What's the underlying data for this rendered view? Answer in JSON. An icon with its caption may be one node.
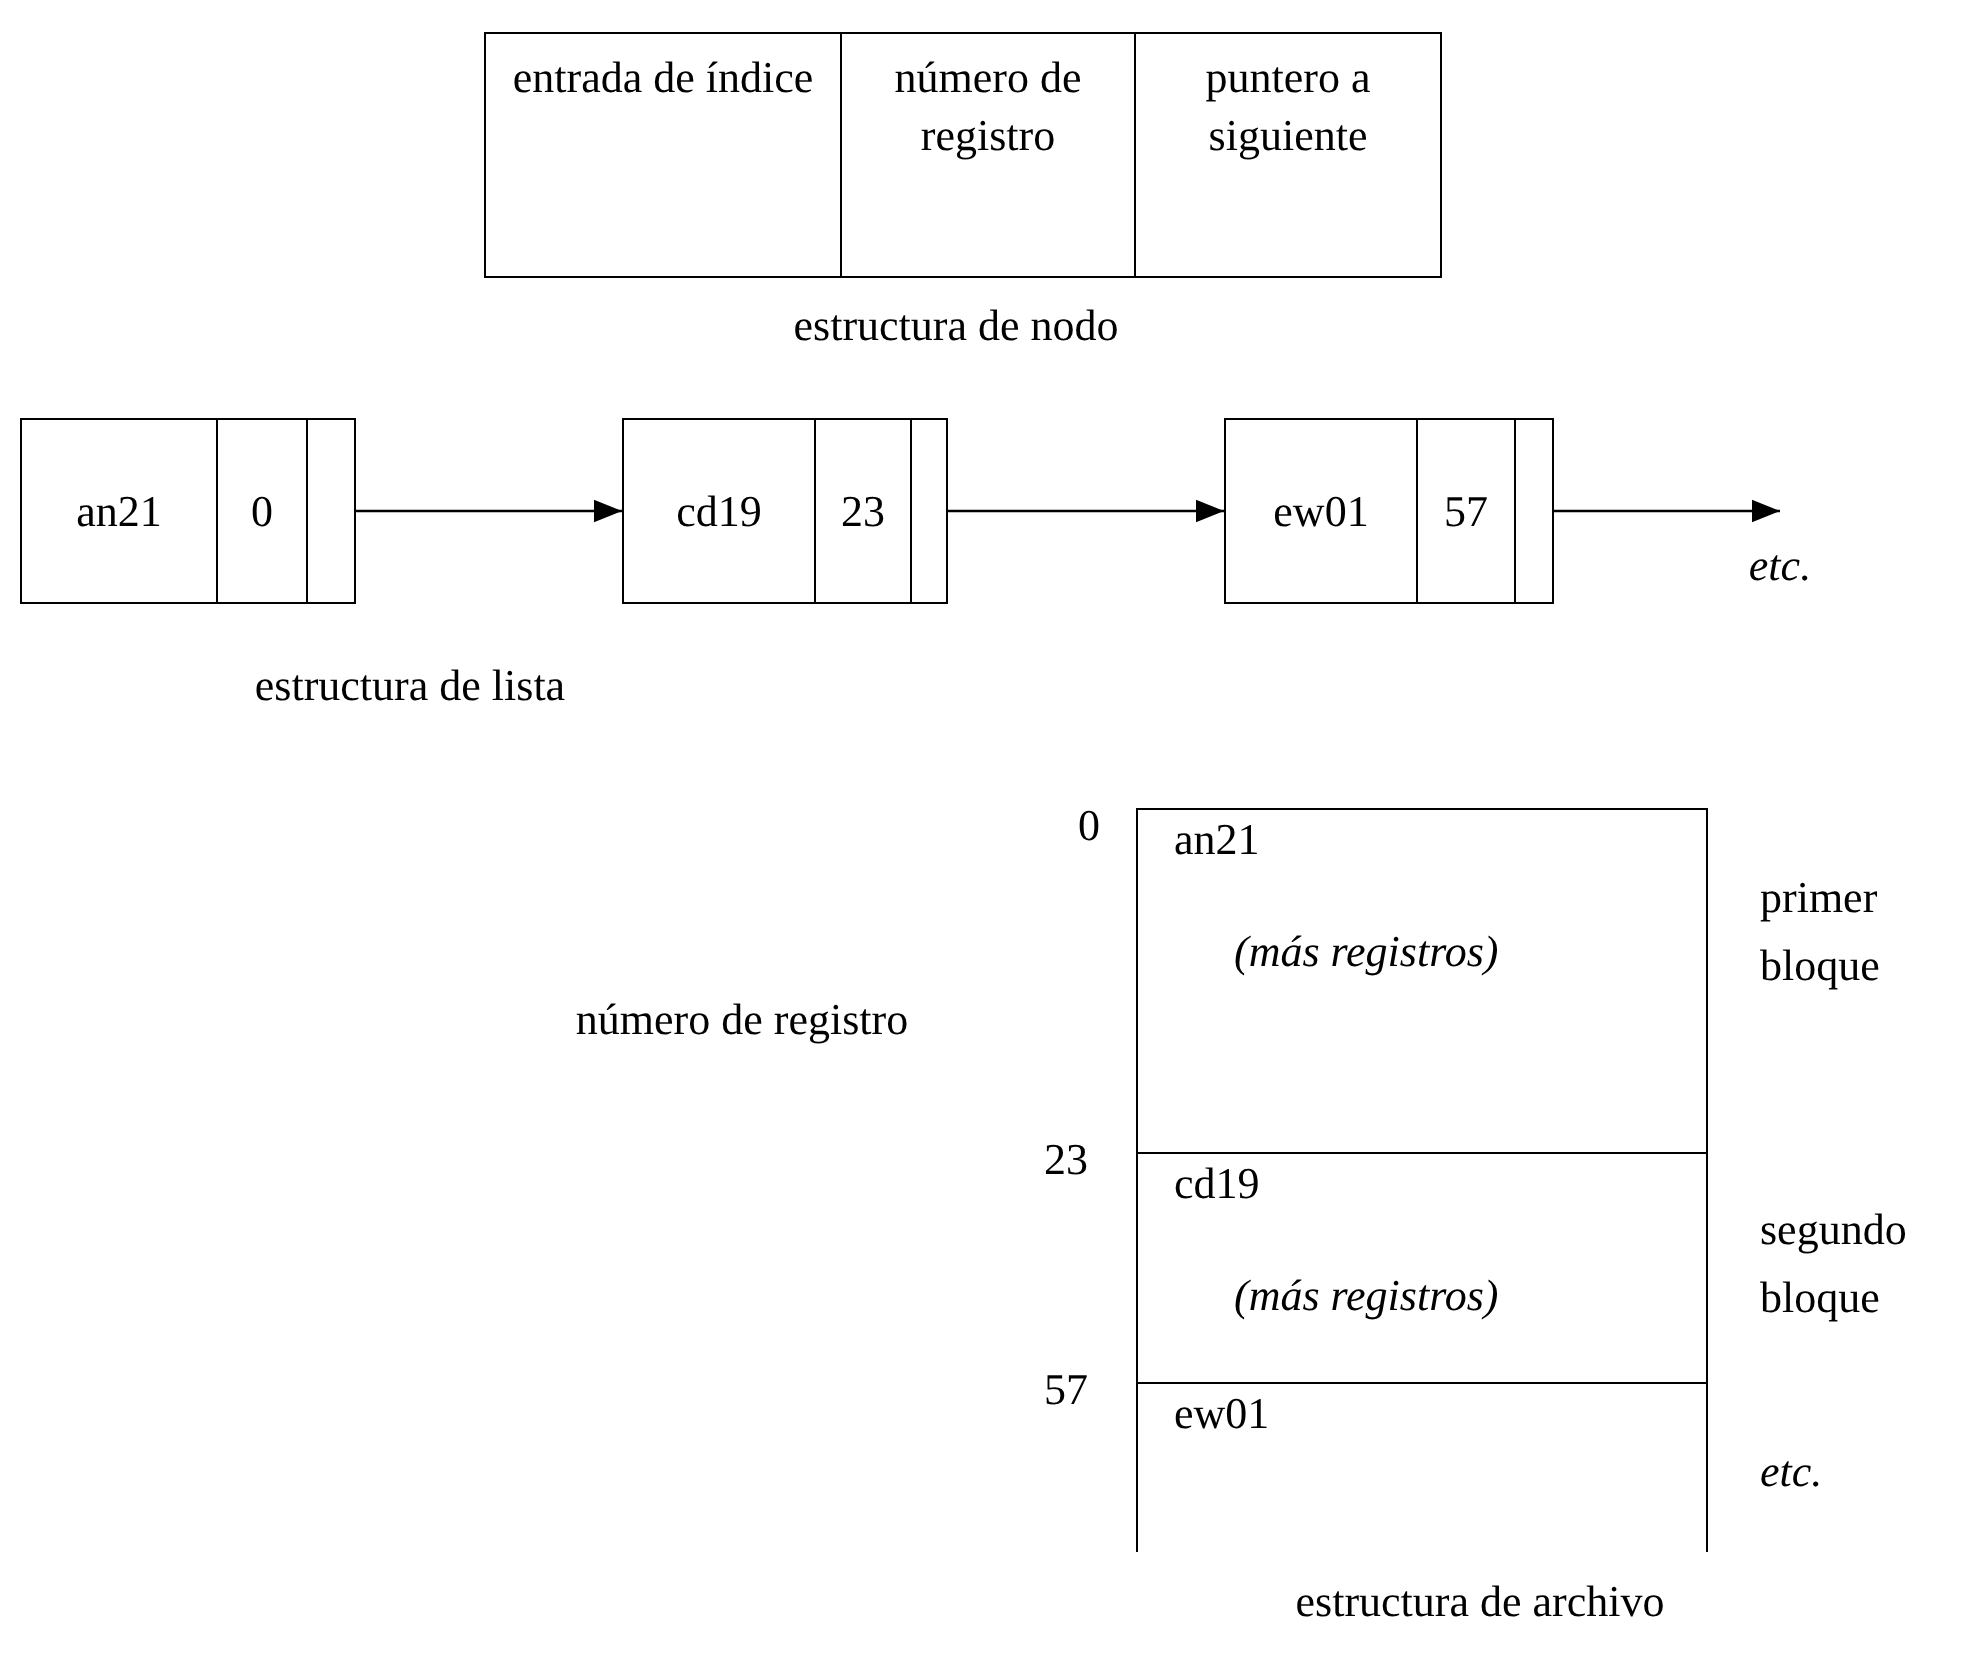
{
  "diagram": {
    "nodes": [
      {
        "text": [
          "entrada de índice"
        ]
      },
      {
        "text": [
          "número de registro"
        ]
      },
      {
        "text": [
          "puntero a siguiente"
        ]
      },
      {
        "text": [
          "an21",
          "0"
        ]
      },
      {
        "text": [
          "cd19",
          "23"
        ]
      },
      {
        "text": [
          "ew01",
          "57"
        ]
      },
      {
        "text": [
          "an21",
          "(más registros)"
        ],
        "beside": [
          "primer bloque"
        ]
      },
      {
        "text": [
          "cd19",
          "(más registros)"
        ],
        "beside": [
          "segundo bloque"
        ]
      },
      {
        "text": [
          "ew01"
        ],
        "beside": [
          "etc."
        ]
      }
    ],
    "edges": [
      {
        "from": 3,
        "to": 4,
        "arrow": "to"
      },
      {
        "from": 4,
        "to": 5,
        "arrow": "to"
      },
      {
        "from": 5,
        "to": null,
        "arrow": "to"
      }
    ],
    "labels": [
      "estructura de nodo",
      "etc.",
      "estructura de lista",
      "0",
      "número de registro",
      "23",
      "57",
      "estructura de archivo"
    ]
  }
}
